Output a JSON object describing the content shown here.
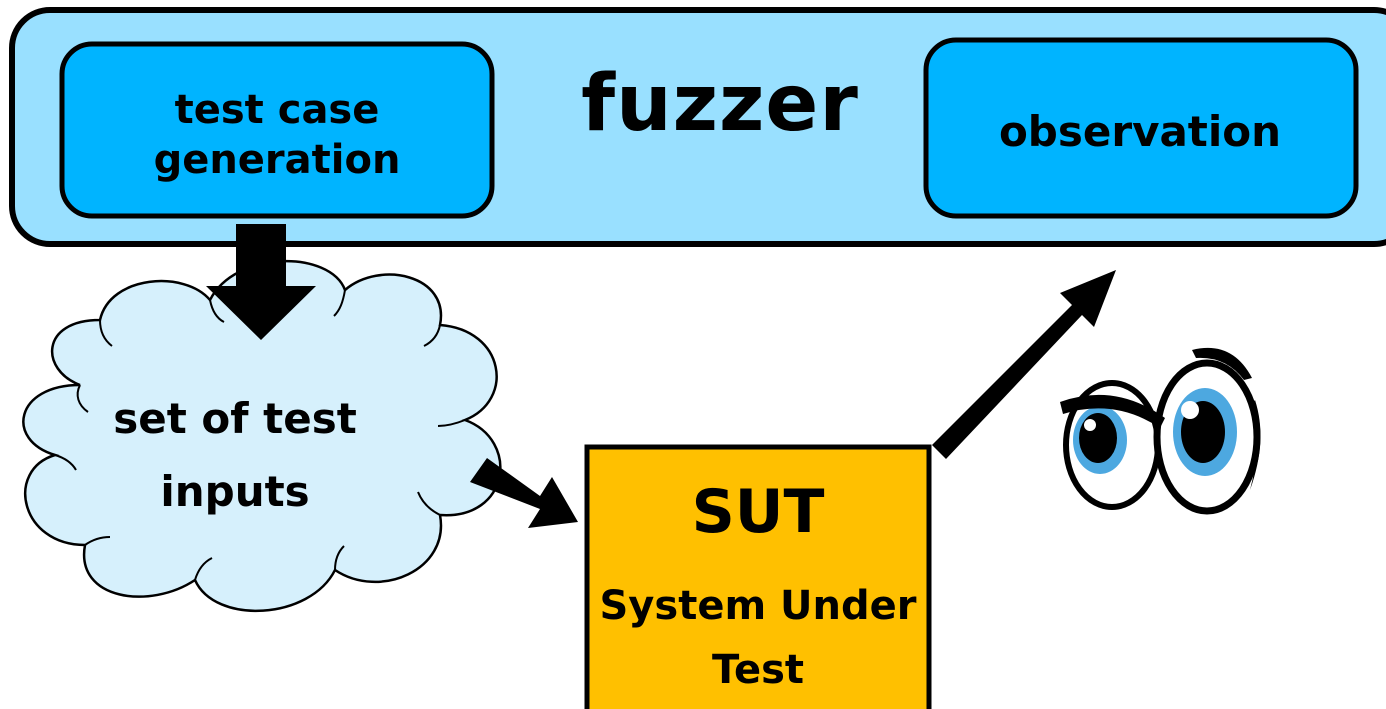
{
  "diagram": {
    "title": "fuzzer",
    "test_case_generation": "test case generation",
    "observation": "observation",
    "test_inputs": "set of test inputs",
    "sut_title": "SUT",
    "sut_subtitle": "System Under Test"
  },
  "colors": {
    "fuzzer_fill": "#99e0ff",
    "component_fill": "#00b4ff",
    "cloud_fill": "#d6f0fc",
    "sut_fill": "#ffc000",
    "arrow": "#000000",
    "eye_iris": "#4da8e0"
  },
  "icons": {
    "eyes": "cartoon-eyes-icon"
  }
}
